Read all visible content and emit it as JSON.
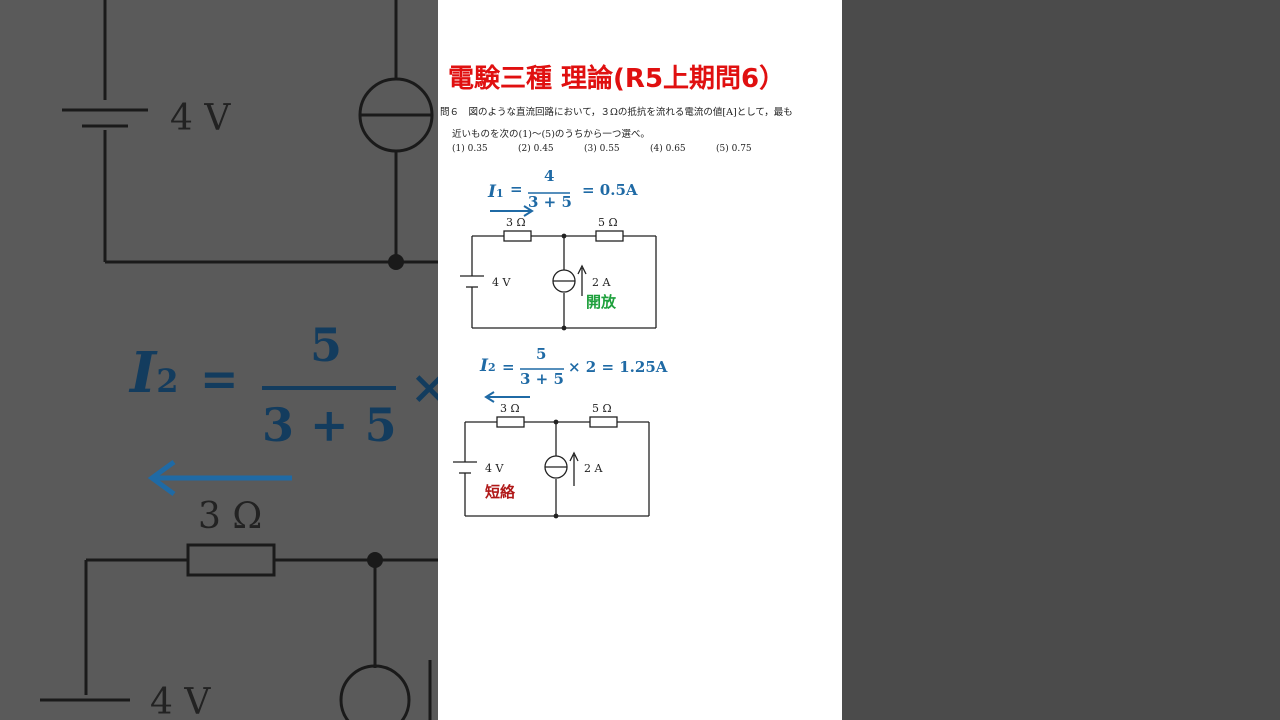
{
  "title": "電験三種 理論(R5上期問6）",
  "question": {
    "line1": "問６　図のような直流回路において，３Ωの抵抗を流れる電流の値[A]として，最も",
    "line2": "近いものを次の(1)～(5)のうちから一つ選べ。",
    "choices": [
      "(1) 0.35",
      "(2) 0.45",
      "(3) 0.55",
      "(4) 0.65",
      "(5) 0.75"
    ]
  },
  "case1": {
    "current": "I",
    "subscript": "1",
    "equals": "=",
    "numerator": "4",
    "denominator": "3 + 5",
    "result": "= 0.5A",
    "r1_label": "3 Ω",
    "r2_label": "5 Ω",
    "battery_label": "4 V",
    "source_label": "2 A",
    "note": "開放"
  },
  "case2": {
    "current": "I",
    "subscript": "2",
    "equals": "=",
    "numerator": "5",
    "denominator": "3 + 5",
    "result": "× 2 = 1.25A",
    "r1_label": "3 Ω",
    "r2_label": "5 Ω",
    "battery_label": "4 V",
    "source_label": "2 A",
    "note": "短絡"
  },
  "background": {
    "battery_top": "4 V",
    "eq_current": "I",
    "eq_sub": "2",
    "eq_equals": "=",
    "eq_num": "5",
    "eq_den": "3 + 5",
    "eq_times": "×",
    "resistor": "3 Ω",
    "battery_bottom": "4 V"
  },
  "colors": {
    "title": "#e01010",
    "equation": "#1f6aa5",
    "open_note": "#1ea03c",
    "short_note": "#b01818"
  }
}
